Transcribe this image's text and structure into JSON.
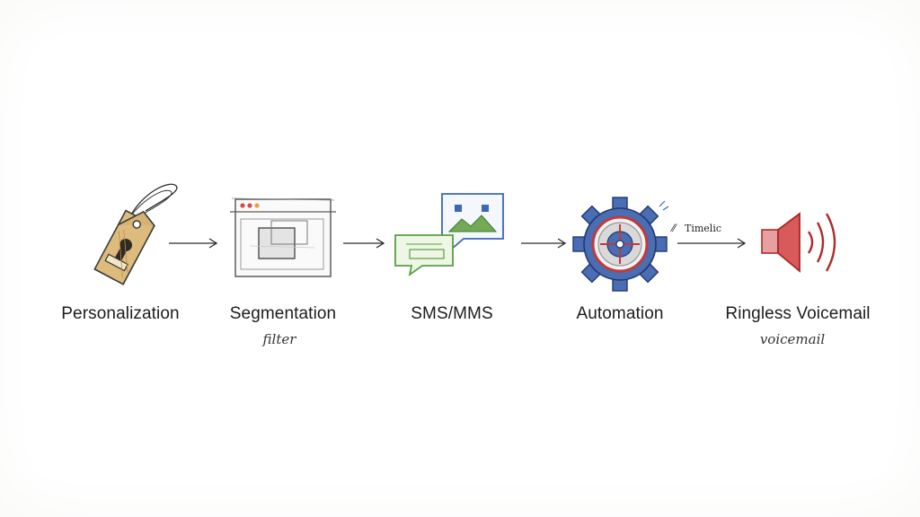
{
  "steps": [
    {
      "label": "Personalization",
      "sublabel": "",
      "icon": "price-tag-icon"
    },
    {
      "label": "Segmentation",
      "sublabel": "filter",
      "icon": "browser-window-icon"
    },
    {
      "label": "SMS/MMS",
      "sublabel": "",
      "icon": "chat-bubbles-icon"
    },
    {
      "label": "Automation",
      "sublabel": "",
      "icon": "gear-clock-icon"
    },
    {
      "label": "Ringless Voicemail",
      "sublabel": "voicemail",
      "icon": "speaker-icon"
    }
  ],
  "arrow_note": "Timelic",
  "colors": {
    "tag": "#d9b878",
    "window": "#6b6b6b",
    "sms": "#5aa043",
    "mms": "#3a67b8",
    "gear": "#3b5da6",
    "gear_accent": "#c23a3a",
    "speaker": "#c33a3a"
  }
}
